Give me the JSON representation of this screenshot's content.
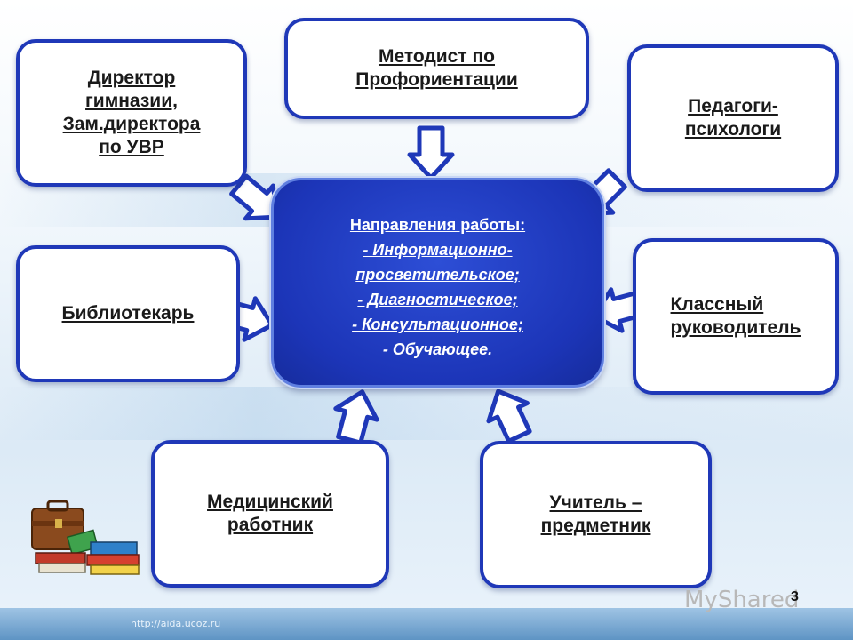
{
  "center": {
    "title": "Направления работы:",
    "lines": [
      "- Информационно-",
      "просветительское;",
      "- Диагностическое;",
      "- Консультационное;",
      "- Обучающее."
    ]
  },
  "boxes": {
    "director": "Директор\nгимназии,\nЗам.директора\nпо УВР",
    "methodist": "Методист по\nПрофориентации",
    "psychologists": "Педагоги-\nпсихологи",
    "librarian": "Библиотекарь",
    "class_teacher": "Классный\nруководитель",
    "medic": "Медицинский\nработник",
    "subject_teacher": "Учитель –\nпредметник"
  },
  "footer": {
    "url": "http://aida.ucoz.ru",
    "page_number": "3",
    "watermark": "MyShared"
  },
  "colors": {
    "box_border": "#1f38b8",
    "center_fill": "#1c35b8",
    "text": "#1a1a1a"
  }
}
